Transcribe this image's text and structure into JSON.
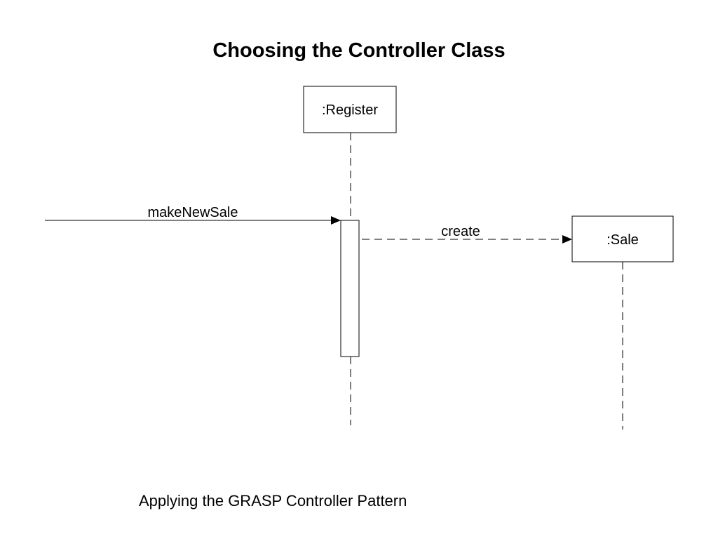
{
  "slide": {
    "title": "Choosing the Controller Class",
    "caption": "Applying the GRASP Controller Pattern"
  },
  "diagram": {
    "type": "uml-sequence",
    "lifelines": [
      {
        "id": "register",
        "label": ":Register"
      },
      {
        "id": "sale",
        "label": ":Sale"
      }
    ],
    "messages": [
      {
        "label": "makeNewSale",
        "from": "external",
        "to": "register",
        "style": "solid"
      },
      {
        "label": "create",
        "from": "register",
        "to": "sale",
        "style": "dashed"
      }
    ],
    "colors": {
      "line": "#000000",
      "background": "#ffffff"
    }
  }
}
